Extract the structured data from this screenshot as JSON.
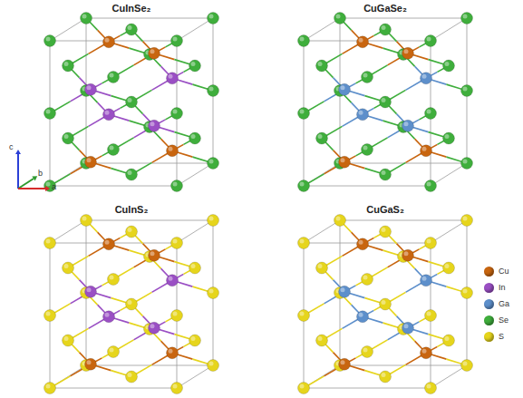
{
  "diagram": {
    "labels": [
      "CuInSe₂",
      "CuGaSe₂",
      "CuInS₂",
      "CuGaS₂",
      "c",
      "b",
      "a"
    ],
    "legend": [
      {
        "text": "Cu",
        "color": "#c8650f"
      },
      {
        "text": "In",
        "color": "#9a4fc4"
      },
      {
        "text": "Ga",
        "color": "#5d8fcb"
      },
      {
        "text": "Se",
        "color": "#3fae3c"
      },
      {
        "text": "S",
        "color": "#e6d51c"
      }
    ]
  }
}
